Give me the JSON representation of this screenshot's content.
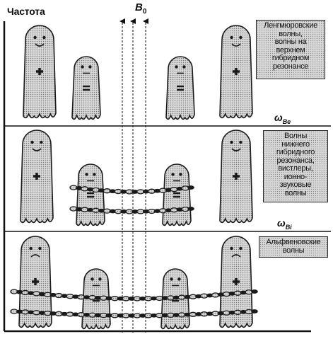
{
  "diagram": {
    "axis_label": "Частота",
    "field_label": "B",
    "field_label_sub": "0",
    "thresholds": [
      {
        "symbol": "ω",
        "sub": "Be"
      },
      {
        "symbol": "ω",
        "sub": "Bi"
      }
    ],
    "regions": [
      {
        "lines": [
          "Ленгмюровские",
          "волны,",
          "волны на",
          "верхнем",
          "гибридном",
          "резонансе"
        ]
      },
      {
        "lines": [
          "Волны",
          "нижнего",
          "гибридного",
          "резонанса,",
          "вистлеры,",
          "ионно-",
          "звуковые",
          "волны"
        ]
      },
      {
        "lines": [
          "Альфвеновские",
          "волны"
        ]
      }
    ],
    "icons": [
      "ghost-icon",
      "chain-icon",
      "arrow-up-icon"
    ],
    "colors": {
      "ink": "#1a1a1a",
      "fill": "#cfcfcf",
      "background": "#ffffff"
    }
  }
}
